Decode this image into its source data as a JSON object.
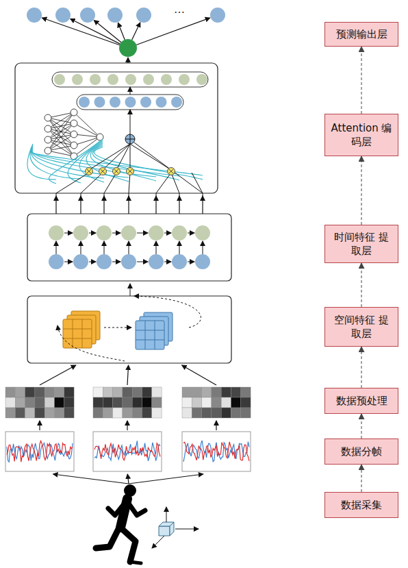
{
  "diagram": {
    "nodes": [
      {
        "text": [
          "预测输出层"
        ]
      },
      {
        "text": [
          "Attention 编码层"
        ]
      },
      {
        "text": [
          "时间特征 提取层"
        ]
      },
      {
        "text": [
          "空间特征 提取层"
        ]
      },
      {
        "text": [
          "数据预处理"
        ]
      },
      {
        "text": [
          "数据分帧"
        ]
      },
      {
        "text": [
          "数据采集"
        ]
      }
    ],
    "edges": [
      {
        "from": 6,
        "to": 5,
        "arrow": "to"
      },
      {
        "from": 5,
        "to": 4,
        "arrow": "to"
      },
      {
        "from": 4,
        "to": 3,
        "arrow": "to"
      },
      {
        "from": 3,
        "to": 2,
        "arrow": "to"
      },
      {
        "from": 2,
        "to": 1,
        "arrow": "to"
      },
      {
        "from": 1,
        "to": 0,
        "arrow": "to"
      }
    ],
    "labels": [
      "…"
    ]
  }
}
